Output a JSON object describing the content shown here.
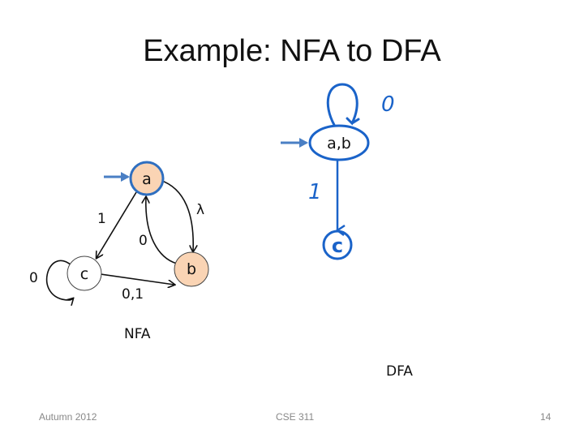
{
  "slide": {
    "title": "Example: NFA to DFA",
    "footer_left": "Autumn 2012",
    "footer_center": "CSE 311",
    "footer_right": "14"
  },
  "nfa": {
    "caption": "NFA",
    "states": {
      "a": "a",
      "b": "b",
      "c": "c"
    },
    "edges": {
      "a_to_b": "λ",
      "b_to_a": "0",
      "a_to_c": "1",
      "c_self": "0",
      "c_to_b": "0,1"
    }
  },
  "dfa": {
    "caption": "DFA",
    "states": {
      "ab": "a,b",
      "c": "c"
    },
    "edges": {
      "ab_self": "0",
      "ab_to_c": "1"
    }
  },
  "colors": {
    "nfa_state_fill": "#fad4b4",
    "dfa_ink": "#1a63c9",
    "start_arrow": "#4a7fc4"
  }
}
